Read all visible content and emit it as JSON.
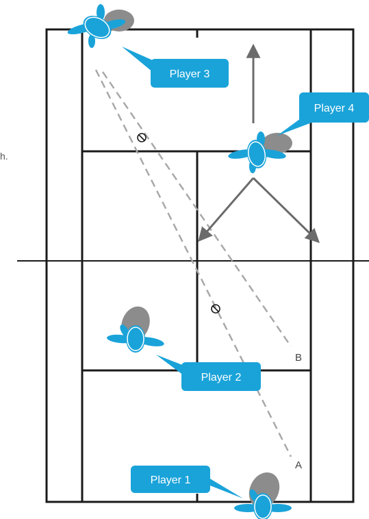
{
  "diagram": {
    "fragment_text": "h.",
    "players": [
      {
        "label": "Player 1"
      },
      {
        "label": "Player 2"
      },
      {
        "label": "Player 3"
      },
      {
        "label": "Player 4"
      }
    ],
    "point_labels": {
      "a": "A",
      "b": "B"
    },
    "colors": {
      "court_lines": "#1a1a1a",
      "player_blue": "#1aa3d9",
      "player_shadow": "#8c8c8c",
      "dashed_path": "#a8a8a8",
      "arrow": "#6b6b6b",
      "label_text": "#ffffff"
    },
    "icons": [
      "player-icon",
      "shuttlecock-icon",
      "arrow-icon"
    ]
  }
}
